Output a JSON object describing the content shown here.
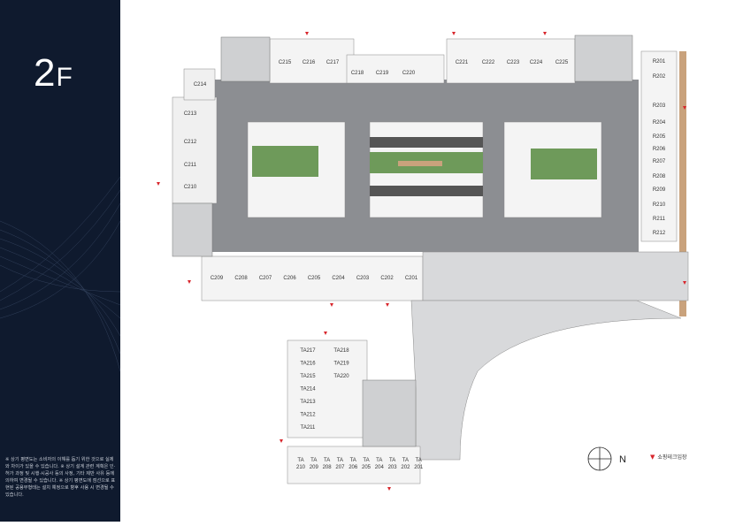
{
  "floor": {
    "number": "2",
    "unit": "F"
  },
  "disclaimer": "※ 상기 평면도는 소비자의 이해를 돕기 위한 것으로 실제와 차이가 있을 수 있습니다. ※ 상기 설계 관련 계획은 인·허가 과정 및 시행·시공사 등의 사정, 기타 제반 사유 등에 의하여 변경될 수 있습니다. ※ 상기 평면도에 점선으로 표현된 공용부형태는 설치 예정으로 향후 사용 시 변경될 수 있습니다.",
  "legend": {
    "label": "쇼핑테크입장",
    "marker_color": "#d8262c"
  },
  "compass": {
    "label": "N"
  },
  "units": {
    "top_left": [
      "C215",
      "C216",
      "C217",
      "C218",
      "C219",
      "C220"
    ],
    "top_right": [
      "C221",
      "C222",
      "C223",
      "C224",
      "C225"
    ],
    "left": [
      "C214",
      "C213",
      "C212",
      "C211",
      "C210"
    ],
    "bottom": [
      "C209",
      "C208",
      "C207",
      "C206",
      "C205",
      "C204",
      "C203",
      "C202",
      "C201"
    ],
    "right": [
      "R201",
      "R202",
      "R203",
      "R204",
      "R205",
      "R206",
      "R207",
      "R208",
      "R209",
      "R210",
      "R211",
      "R212"
    ],
    "ta_left": [
      "TA217",
      "TA216",
      "TA215",
      "TA214",
      "TA213",
      "TA212",
      "TA211"
    ],
    "ta_right": [
      "TA218",
      "TA219",
      "TA220"
    ],
    "ta_bottom": [
      {
        "line1": "TA",
        "line2": "210"
      },
      {
        "line1": "TA",
        "line2": "209"
      },
      {
        "line1": "TA",
        "line2": "208"
      },
      {
        "line1": "TA",
        "line2": "207"
      },
      {
        "line1": "TA",
        "line2": "206"
      },
      {
        "line1": "TA",
        "line2": "205"
      },
      {
        "line1": "TA",
        "line2": "204"
      },
      {
        "line1": "TA",
        "line2": "203"
      },
      {
        "line1": "TA",
        "line2": "202"
      },
      {
        "line1": "TA",
        "line2": "201"
      }
    ]
  }
}
